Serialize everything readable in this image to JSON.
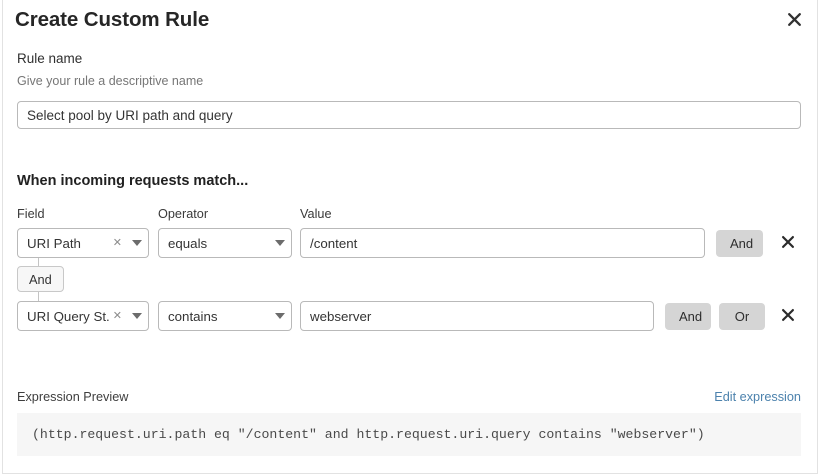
{
  "modal": {
    "title": "Create Custom Rule",
    "close_icon": "close-icon"
  },
  "rule_name": {
    "label": "Rule name",
    "description": "Give your rule a descriptive name",
    "value": "Select pool by URI path and query",
    "placeholder": "Select pool by URI path and query"
  },
  "conditions": {
    "heading": "When incoming requests match...",
    "columns": {
      "field": "Field",
      "operator": "Operator",
      "value": "Value"
    },
    "connector": {
      "label": "And"
    },
    "rows": [
      {
        "field": "URI Path",
        "operator": "equals",
        "value": "/content",
        "clear_icon": "clear-x-icon",
        "caret_icon": "chevron-down-icon",
        "buttons": [
          "And"
        ],
        "remove_icon": "close-icon"
      },
      {
        "field": "URI Query St...",
        "operator": "contains",
        "value": "webserver",
        "clear_icon": "clear-x-icon",
        "caret_icon": "chevron-down-icon",
        "buttons": [
          "And",
          "Or"
        ],
        "remove_icon": "close-icon"
      }
    ]
  },
  "expression": {
    "label": "Expression Preview",
    "edit_link": "Edit expression",
    "code": "(http.request.uri.path eq \"/content\" and http.request.uri.query contains \"webserver\")"
  },
  "colors": {
    "link": "#4c82ad",
    "button_gray": "#d5d5d5",
    "border": "#b9b9b9",
    "code_bg": "#f6f6f6"
  }
}
